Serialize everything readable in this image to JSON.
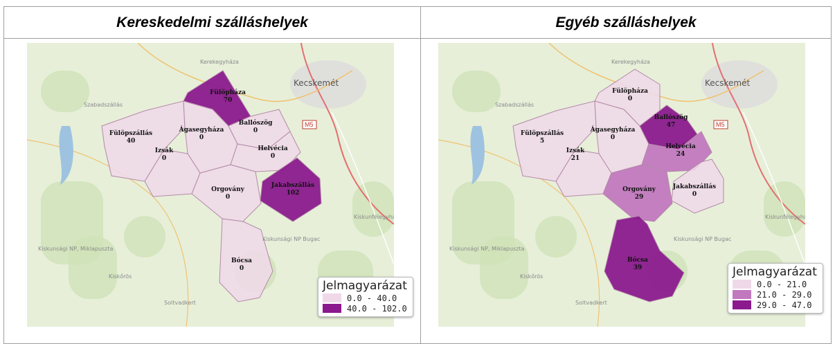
{
  "header": {
    "left_title": "Kereskedelmi szálláshelyek",
    "right_title": "Egyéb szálláshelyek"
  },
  "colors": {
    "light": "#efd9e8",
    "medium": "#c178bf",
    "dark": "#8a1a8d",
    "map_bg": "#e7efd9",
    "border": "#b48aa8"
  },
  "maps": [
    {
      "regions": [
        {
          "name": "Fülöpháza",
          "value": "70",
          "class": "dark"
        },
        {
          "name": "Fülöpszállás",
          "value": "40",
          "class": "light"
        },
        {
          "name": "Ágasegyháza",
          "value": "0",
          "class": "light"
        },
        {
          "name": "Ballószög",
          "value": "0",
          "class": "light"
        },
        {
          "name": "Izsák",
          "value": "0",
          "class": "light"
        },
        {
          "name": "Helvécia",
          "value": "0",
          "class": "light"
        },
        {
          "name": "Jakabszállás",
          "value": "102",
          "class": "dark"
        },
        {
          "name": "Orgovány",
          "value": "0",
          "class": "light"
        },
        {
          "name": "Bócsa",
          "value": "0",
          "class": "light"
        }
      ],
      "legend": {
        "title": "Jelmagyarázat",
        "items": [
          {
            "label": "0.0 -  40.0",
            "class": "light"
          },
          {
            "label": "40.0 - 102.0",
            "class": "dark"
          }
        ]
      }
    },
    {
      "regions": [
        {
          "name": "Fülöpháza",
          "value": "0",
          "class": "light"
        },
        {
          "name": "Fülöpszállás",
          "value": "5",
          "class": "light"
        },
        {
          "name": "Ágasegyháza",
          "value": "0",
          "class": "light"
        },
        {
          "name": "Ballószög",
          "value": "47",
          "class": "dark"
        },
        {
          "name": "Izsák",
          "value": "21",
          "class": "light"
        },
        {
          "name": "Helvécia",
          "value": "24",
          "class": "medium"
        },
        {
          "name": "Jakabszállás",
          "value": "0",
          "class": "light"
        },
        {
          "name": "Orgovány",
          "value": "29",
          "class": "medium"
        },
        {
          "name": "Bócsa",
          "value": "39",
          "class": "dark"
        }
      ],
      "legend": {
        "title": "Jelmagyarázat",
        "items": [
          {
            "label": "0.0 - 21.0",
            "class": "light"
          },
          {
            "label": "21.0 - 29.0",
            "class": "medium"
          },
          {
            "label": "29.0 - 47.0",
            "class": "dark"
          }
        ]
      }
    }
  ],
  "basemap_labels": {
    "kerekegyhaza": "Kerekegyháza",
    "kecskemet": "Kecskemét",
    "szabadszallas": "Szabadszállás",
    "m5": "M5",
    "kiskunfelegyhaza": "Kiskunfélegyháza",
    "kiskunsagi_np_bugac": "Kiskunsági NP Bugac",
    "kiskunsagi_np_miklapuszta": "Kiskunsági NP, Miklapuszta",
    "kiskoros": "Kiskőrös",
    "soltvadkert": "Soltvadkert"
  }
}
